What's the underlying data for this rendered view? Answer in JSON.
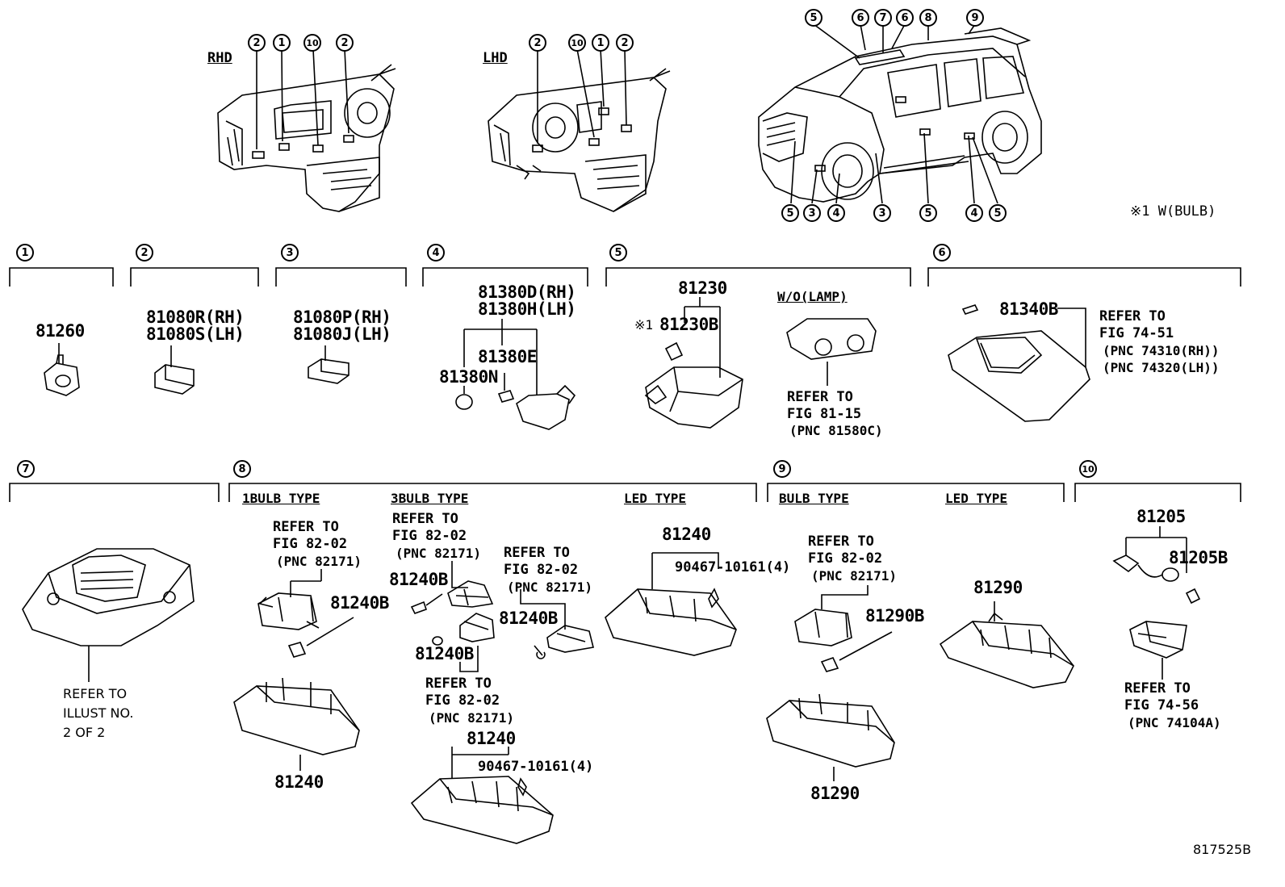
{
  "diagram": {
    "footer_code": "817525B",
    "bulb_note": "※1 W(BULB)"
  },
  "overview": {
    "rhd": {
      "label": "RHD",
      "callouts": [
        "2",
        "1",
        "10",
        "2"
      ]
    },
    "lhd": {
      "label": "LHD",
      "callouts": [
        "2",
        "10",
        "1",
        "2"
      ]
    },
    "vehicle": {
      "top_callouts": [
        "5",
        "6",
        "7",
        "6",
        "8",
        "9"
      ],
      "bottom_callouts": [
        "5",
        "3",
        "4",
        "3",
        "5",
        "4",
        "5"
      ]
    }
  },
  "sections": [
    {
      "num": "1",
      "parts": [
        "81260"
      ]
    },
    {
      "num": "2",
      "parts": [
        "81080R(RH)",
        "81080S(LH)"
      ]
    },
    {
      "num": "3",
      "parts": [
        "81080P(RH)",
        "81080J(LH)"
      ]
    },
    {
      "num": "4",
      "parts": [
        "81380D(RH)",
        "81380H(LH)",
        "81380E",
        "81380N"
      ]
    },
    {
      "num": "5",
      "parts": [
        "81230",
        "※1",
        "81230B"
      ],
      "wo_label": "W/O(LAMP)",
      "refer": [
        "REFER TO",
        "FIG 81-15",
        "(PNC 81580C)"
      ]
    },
    {
      "num": "6",
      "parts": [
        "81340B"
      ],
      "refer": [
        "REFER TO",
        "FIG 74-51",
        "(PNC 74310(RH))",
        "(PNC 74320(LH))"
      ]
    },
    {
      "num": "7",
      "refer": [
        "REFER TO",
        "ILLUST NO.",
        "2 OF 2"
      ]
    },
    {
      "num": "8",
      "bulb1": {
        "label": "1BULB TYPE",
        "refer": [
          "REFER TO",
          "FIG 82-02",
          "(PNC 82171)"
        ],
        "parts": [
          "81240B",
          "81240"
        ]
      },
      "bulb3": {
        "label": "3BULB TYPE",
        "refer1": [
          "REFER TO",
          "FIG 82-02",
          "(PNC 82171)"
        ],
        "refer2": [
          "REFER TO",
          "FIG 82-02",
          "(PNC 82171)"
        ],
        "refer3": [
          "REFER TO",
          "FIG 82-02",
          "(PNC 82171)"
        ],
        "parts": [
          "81240B",
          "81240B",
          "81240B",
          "81240",
          "90467-10161(4)"
        ]
      },
      "led": {
        "label": "LED TYPE",
        "parts": [
          "81240",
          "90467-10161(4)"
        ]
      }
    },
    {
      "num": "9",
      "bulb": {
        "label": "BULB TYPE",
        "refer": [
          "REFER TO",
          "FIG 82-02",
          "(PNC 82171)"
        ],
        "parts": [
          "81290B",
          "81290"
        ]
      },
      "led": {
        "label": "LED TYPE",
        "parts": [
          "81290"
        ]
      }
    },
    {
      "num": "10",
      "parts": [
        "81205",
        "81205B"
      ],
      "refer": [
        "REFER TO",
        "FIG 74-56",
        "(PNC 74104A)"
      ]
    }
  ]
}
